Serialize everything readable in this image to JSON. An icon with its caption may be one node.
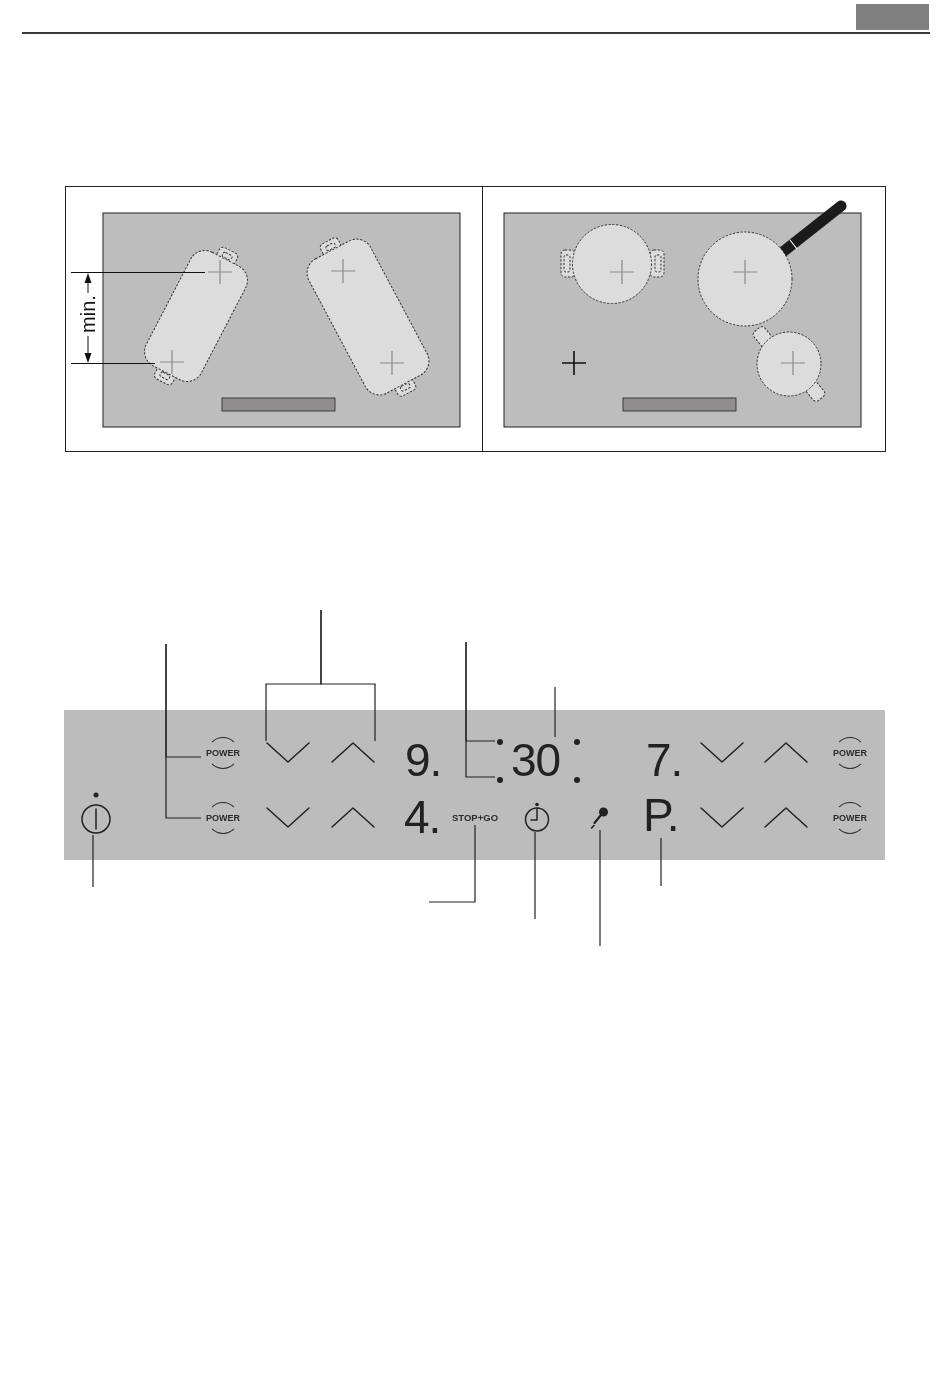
{
  "diagram": {
    "nodes": [
      {
        "text": [],
        "shape": "box"
      },
      {
        "text": [
          "POWER"
        ],
        "in": 0
      },
      {
        "text": [],
        "shape": "chevron",
        "in": 0
      },
      {
        "text": [],
        "shape": "chevron",
        "in": 0
      },
      {
        "text": [],
        "shape": "circle",
        "in": 0
      },
      {
        "text": [],
        "shape": "circle",
        "in": 0
      },
      {
        "text": [
          "30"
        ],
        "in": 0
      },
      {
        "text": [
          "POWER"
        ],
        "in": 0
      },
      {
        "text": [],
        "shape": "circle",
        "in": 0
      },
      {
        "text": [
          "POWER"
        ],
        "in": 0
      },
      {
        "text": [
          "STOP+GO"
        ],
        "in": 0
      },
      {
        "text": [],
        "shape": "circle",
        "in": 0
      },
      {
        "text": [],
        "shape": "picture",
        "in": 0
      },
      {
        "text": [
          "P."
        ],
        "in": 0
      },
      {
        "text": [
          "POWER"
        ],
        "in": 0
      }
    ],
    "edges": [
      {
        "from": null,
        "to": 1,
        "arrow": "none"
      },
      {
        "from": null,
        "to": 9,
        "arrow": "none"
      },
      {
        "from": null,
        "to": 2,
        "arrow": "none"
      },
      {
        "from": null,
        "to": 3,
        "arrow": "none"
      },
      {
        "from": null,
        "to": 4,
        "arrow": "none"
      },
      {
        "from": null,
        "to": 5,
        "arrow": "none"
      },
      {
        "from": null,
        "to": 6,
        "arrow": "none"
      },
      {
        "from": null,
        "to": 8,
        "arrow": "none"
      },
      {
        "from": null,
        "to": 10,
        "arrow": "none"
      },
      {
        "from": null,
        "to": 11,
        "arrow": "none"
      },
      {
        "from": null,
        "to": 12,
        "arrow": "none"
      },
      {
        "from": null,
        "to": 13,
        "arrow": "none"
      }
    ],
    "labels": [
      "min.",
      "9.",
      "7.",
      "4."
    ]
  }
}
